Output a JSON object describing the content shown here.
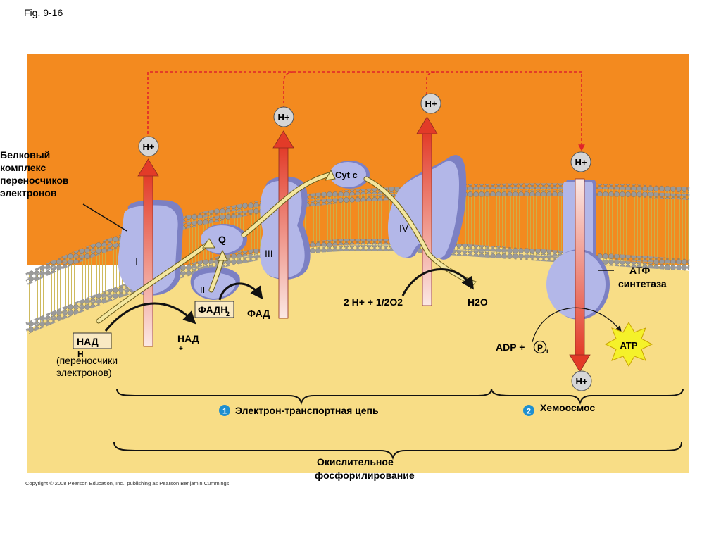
{
  "figure_label": "Fig. 9-16",
  "copyright": "Copyright © 2008 Pearson Education, Inc., publishing as Pearson Benjamin Cummings.",
  "labels": {
    "protein_complex": [
      "Белковый",
      "комплекс",
      "переносчиков",
      "электронов"
    ],
    "complex_1": "I",
    "complex_2": "II",
    "complex_3": "III",
    "complex_4": "IV",
    "q": "Q",
    "cyt_c": "Cyt c",
    "hplus": "H+",
    "nadh_top": "НАД",
    "nadh_bottom": "Н",
    "nad_plus_top": "НАД",
    "nad_plus_bottom": "+",
    "fadh2": "ФАДН",
    "fadh2_sub": "2",
    "fad": "ФАД",
    "carriers": [
      "(переносчики",
      "электронов)"
    ],
    "water_reaction": "2 H+ + 1/2O2",
    "h2o": "H2O",
    "atp_synthase": [
      "АТФ",
      "синтетаза"
    ],
    "adp_pi": "ADP +",
    "pi_symbol": "P",
    "pi_subscript": "i",
    "atp": "ATP",
    "section1_number": "1",
    "section1": "Электрон-транспортная цепь",
    "section2_number": "2",
    "section2": "Хемоосмос",
    "oxphos": [
      "Окислительное",
      "фосфорилирование"
    ]
  },
  "colors": {
    "intermembrane": "#f38a1f",
    "matrix": "#f8dd86",
    "protein": "#aeb2e4",
    "protein_dark": "#6f73b5",
    "arrow_red": "#e4402d",
    "arrow_light": "#fbe8e4",
    "electron_path": "#f4e79f",
    "section_badge": "#1e8fd0",
    "atp_star": "#f5f12a"
  }
}
